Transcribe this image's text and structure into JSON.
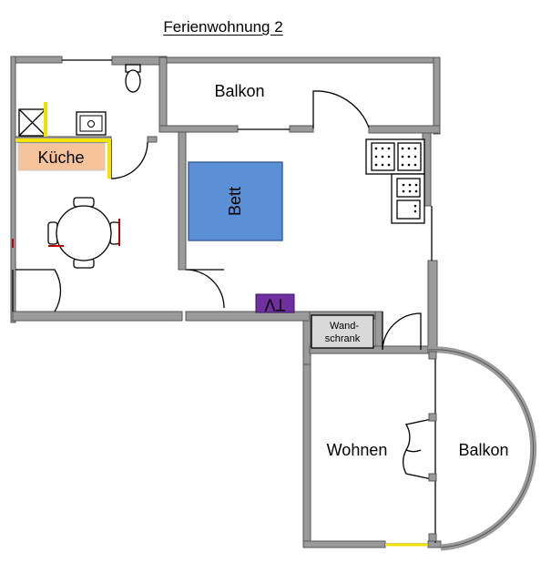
{
  "title": "Ferienwohnung 2",
  "rooms": {
    "balcony_top": "Balkon",
    "kitchen": "Küche",
    "bed": "Bett",
    "tv": "TV",
    "wardrobe_line1": "Wand-",
    "wardrobe_line2": "schrank",
    "living": "Wohnen",
    "balcony_round": "Balkon"
  },
  "colors": {
    "wall": "#9a9a9a",
    "wall_edge": "#555555",
    "kitchen_label_bg": "#f7c39a",
    "bed_fill": "#5b8fd6",
    "tv_fill": "#7030a0",
    "accent_yellow": "#f2e200",
    "accent_red": "#c00000"
  }
}
